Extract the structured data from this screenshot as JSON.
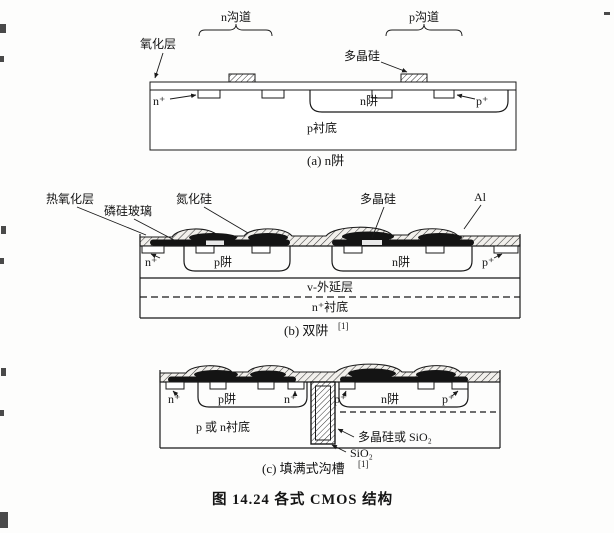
{
  "figure": {
    "caption": "图 14.24  各式 CMOS 结构"
  },
  "diagram_a": {
    "title": "(a) n阱",
    "labels": {
      "oxide": "氧化层",
      "n_channel": "n沟道",
      "p_channel": "p沟道",
      "poly": "多晶硅",
      "n_plus": "n⁺",
      "n_well": "n阱",
      "p_plus": "p⁺",
      "p_substrate": "p衬底"
    }
  },
  "diagram_b": {
    "title": "(b) 双阱",
    "title_sup": "[1]",
    "labels": {
      "thermal_oxide": "热氧化层",
      "psg": "磷硅玻璃",
      "nitride": "氮化硅",
      "poly": "多晶硅",
      "al": "Al",
      "n_plus": "n⁺",
      "p_well": "p阱",
      "n_well": "n阱",
      "p_plus": "p⁺",
      "epi": "v-外延层",
      "n_substrate": "n⁺衬底"
    }
  },
  "diagram_c": {
    "title": "(c) 填满式沟槽",
    "title_sup": "[1]",
    "labels": {
      "n_plus_left": "n⁺",
      "p_well": "p阱",
      "n_plus_mid": "n⁺",
      "p_plus_mid": "p⁺",
      "n_well": "n阱",
      "p_plus_right": "p⁺",
      "substrate": "p 或 n衬底",
      "trench_fill": "多晶硅或 SiO₂",
      "sio2": "SiO₂"
    }
  }
}
